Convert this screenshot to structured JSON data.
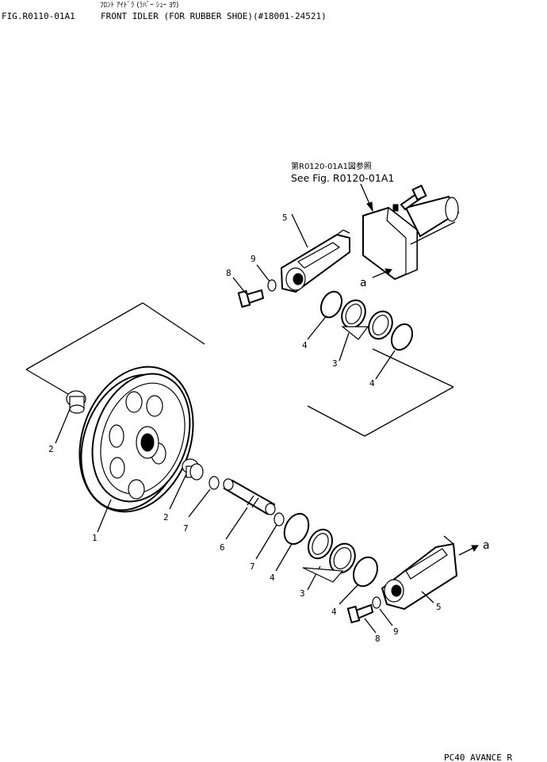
{
  "header": {
    "katakana": "ﾌﾛﾝﾄ ｱｲﾄﾞﾗ (ﾗﾊﾞｰ ｼｭｰ ﾖｳ)",
    "fig_id": "FIG.R0110-01A1",
    "title": "FRONT IDLER (FOR RUBBER SHOE)(#18001-24521)"
  },
  "reference": {
    "jp": "第R0120-01A1図参照",
    "en": "See Fig. R0120-01A1"
  },
  "callouts": {
    "p1": "1",
    "p2a": "2",
    "p2b": "2",
    "p3a": "3",
    "p3b": "3",
    "p4a": "4",
    "p4b": "4",
    "p4c": "4",
    "p4d": "4",
    "p5a": "5",
    "p5b": "5",
    "p6": "6",
    "p7a": "7",
    "p7b": "7",
    "p8a": "8",
    "p8b": "8",
    "p9a": "9",
    "p9b": "9",
    "arrow_a1": "a",
    "arrow_a2": "a"
  },
  "footer": {
    "model": "PC40 AVANCE R"
  }
}
